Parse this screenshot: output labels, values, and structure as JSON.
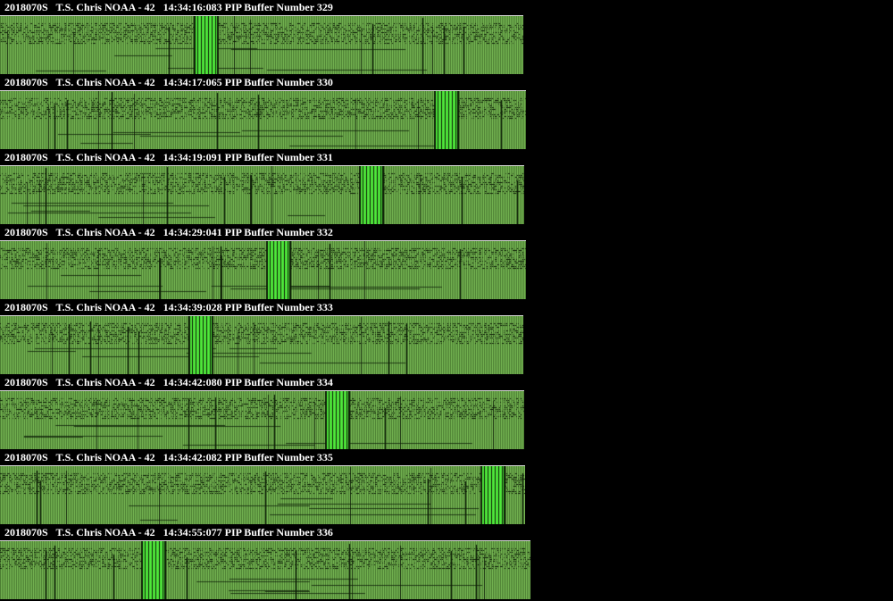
{
  "colors": {
    "background": "#000000",
    "header_text": "#ffffff",
    "strip_green": "#7fc35a",
    "strip_dark": "#0b1a05",
    "marker_bright": "#4ee83a"
  },
  "buffers": [
    {
      "date": "2018070S",
      "storm": "T.S. Chris",
      "satellite": "NOAA - 42",
      "time": "14:34:16:083",
      "label": "PIP Buffer Number",
      "number": "329",
      "marker": 0.395
    },
    {
      "date": "2018070S",
      "storm": "T.S. Chris",
      "satellite": "NOAA - 42",
      "time": "14:34:17:065",
      "label": "PIP Buffer Number",
      "number": "330",
      "marker": 0.85
    },
    {
      "date": "2018070S",
      "storm": "T.S. Chris",
      "satellite": "NOAA - 42",
      "time": "14:34:19:091",
      "label": "PIP Buffer Number",
      "number": "331",
      "marker": 0.71
    },
    {
      "date": "2018070S",
      "storm": "T.S. Chris",
      "satellite": "NOAA - 42",
      "time": "14:34:29:041",
      "label": "PIP Buffer Number",
      "number": "332",
      "marker": 0.53
    },
    {
      "date": "2018070S",
      "storm": "T.S. Chris",
      "satellite": "NOAA - 42",
      "time": "14:34:39:028",
      "label": "PIP Buffer Number",
      "number": "333",
      "marker": 0.385
    },
    {
      "date": "2018070S",
      "storm": "T.S. Chris",
      "satellite": "NOAA - 42",
      "time": "14:34:42:080",
      "label": "PIP Buffer Number",
      "number": "334",
      "marker": 0.645
    },
    {
      "date": "2018070S",
      "storm": "T.S. Chris",
      "satellite": "NOAA - 42",
      "time": "14:34:42:082",
      "label": "PIP Buffer Number",
      "number": "335",
      "marker": 0.94
    },
    {
      "date": "2018070S",
      "storm": "T.S. Chris",
      "satellite": "NOAA - 42",
      "time": "14:34:55:077",
      "label": "PIP Buffer Number",
      "number": "336",
      "marker": 0.29
    }
  ]
}
